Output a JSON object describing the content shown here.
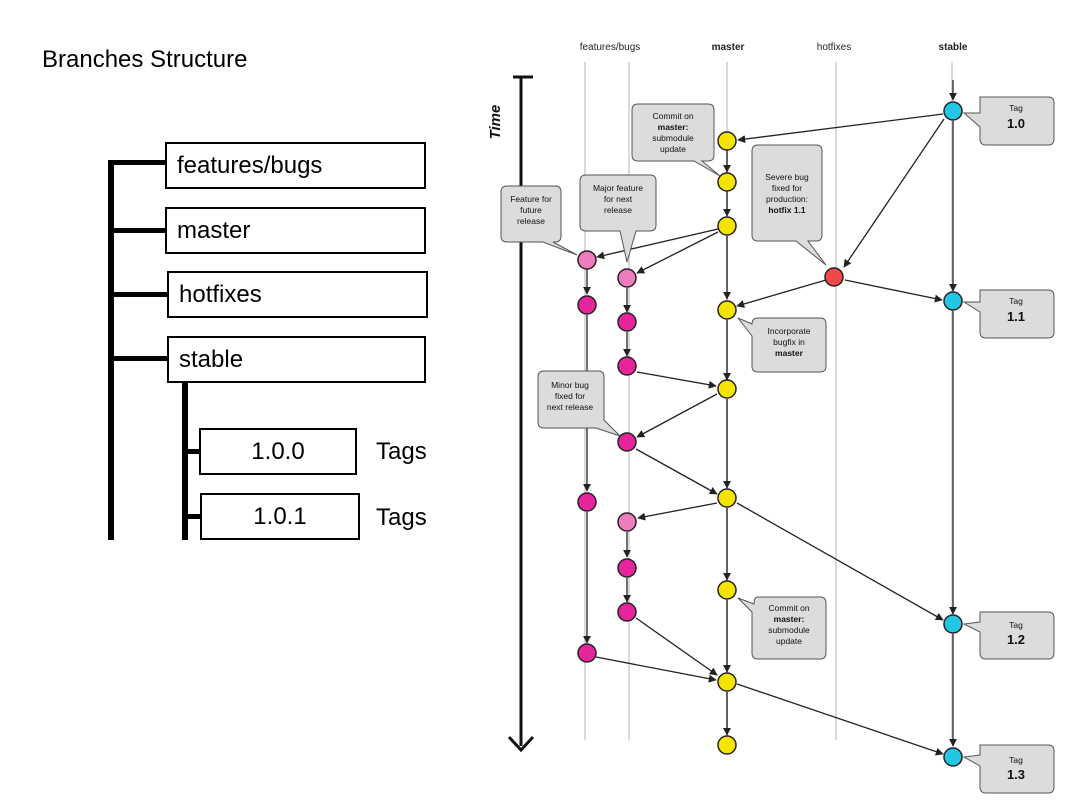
{
  "title": "Branches Structure",
  "tree": {
    "branches": [
      "features/bugs",
      "master",
      "hotfixes",
      "stable"
    ],
    "tags": [
      {
        "version": "1.0.0",
        "label": "Tags"
      },
      {
        "version": "1.0.1",
        "label": "Tags"
      }
    ]
  },
  "diagram": {
    "columns": [
      "features/bugs",
      "master",
      "hotfixes",
      "stable"
    ],
    "time_label": "Time",
    "callouts": {
      "c1": [
        "Commit on",
        "master:",
        "submodule",
        "update"
      ],
      "c2": [
        "Feature for",
        "future",
        "release"
      ],
      "c3": [
        "Major feature",
        "for next",
        "release"
      ],
      "c4": [
        "Severe bug",
        "fixed for",
        "production:",
        "hotfix 1.1"
      ],
      "c5": [
        "Incorporate",
        "bugfix in",
        "master"
      ],
      "c6": [
        "Minor bug",
        "fixed for",
        "next release"
      ],
      "c7": [
        "Commit on",
        "master:",
        "submodule",
        "update"
      ]
    },
    "tags": [
      {
        "word": "Tag",
        "version": "1.0"
      },
      {
        "word": "Tag",
        "version": "1.1"
      },
      {
        "word": "Tag",
        "version": "1.2"
      },
      {
        "word": "Tag",
        "version": "1.3"
      }
    ]
  },
  "colors": {
    "feature": "#e8249c",
    "feature_light": "#f07cc0",
    "master": "#f5e400",
    "hotfix": "#ee4a4a",
    "stable": "#22c7e6",
    "lane": "#d8d8d8",
    "callout_fill": "#dcdcdc"
  }
}
